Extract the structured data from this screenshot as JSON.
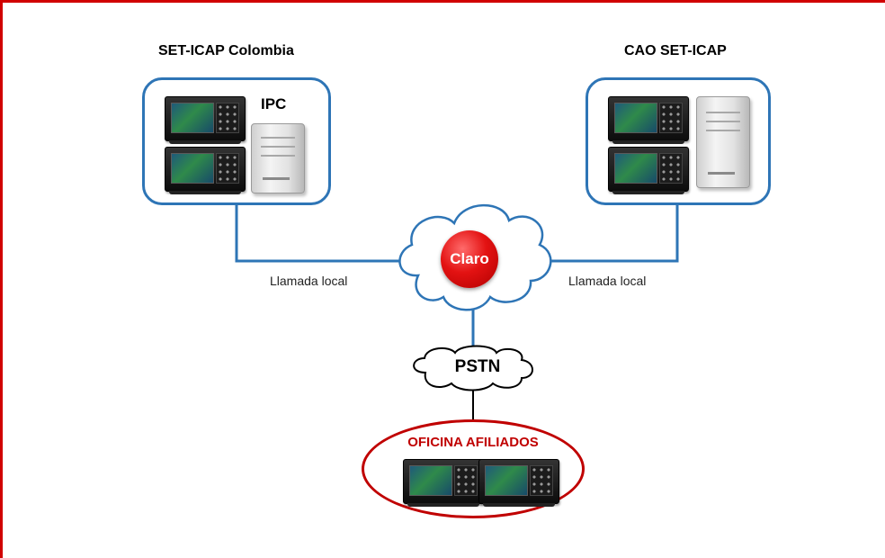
{
  "sites": {
    "left": {
      "title": "SET-ICAP Colombia",
      "server_label": "IPC"
    },
    "right": {
      "title": "CAO SET-ICAP"
    }
  },
  "links": {
    "left_label": "Llamada local",
    "right_label": "Llamada local"
  },
  "carrier": {
    "logo_text": "Claro"
  },
  "pstn": {
    "label": "PSTN"
  },
  "office": {
    "title": "OFICINA AFILIADOS"
  },
  "colors": {
    "frame": "#d10000",
    "box_border": "#2e75b6",
    "office": "#c00000",
    "link": "#2e75b6"
  }
}
